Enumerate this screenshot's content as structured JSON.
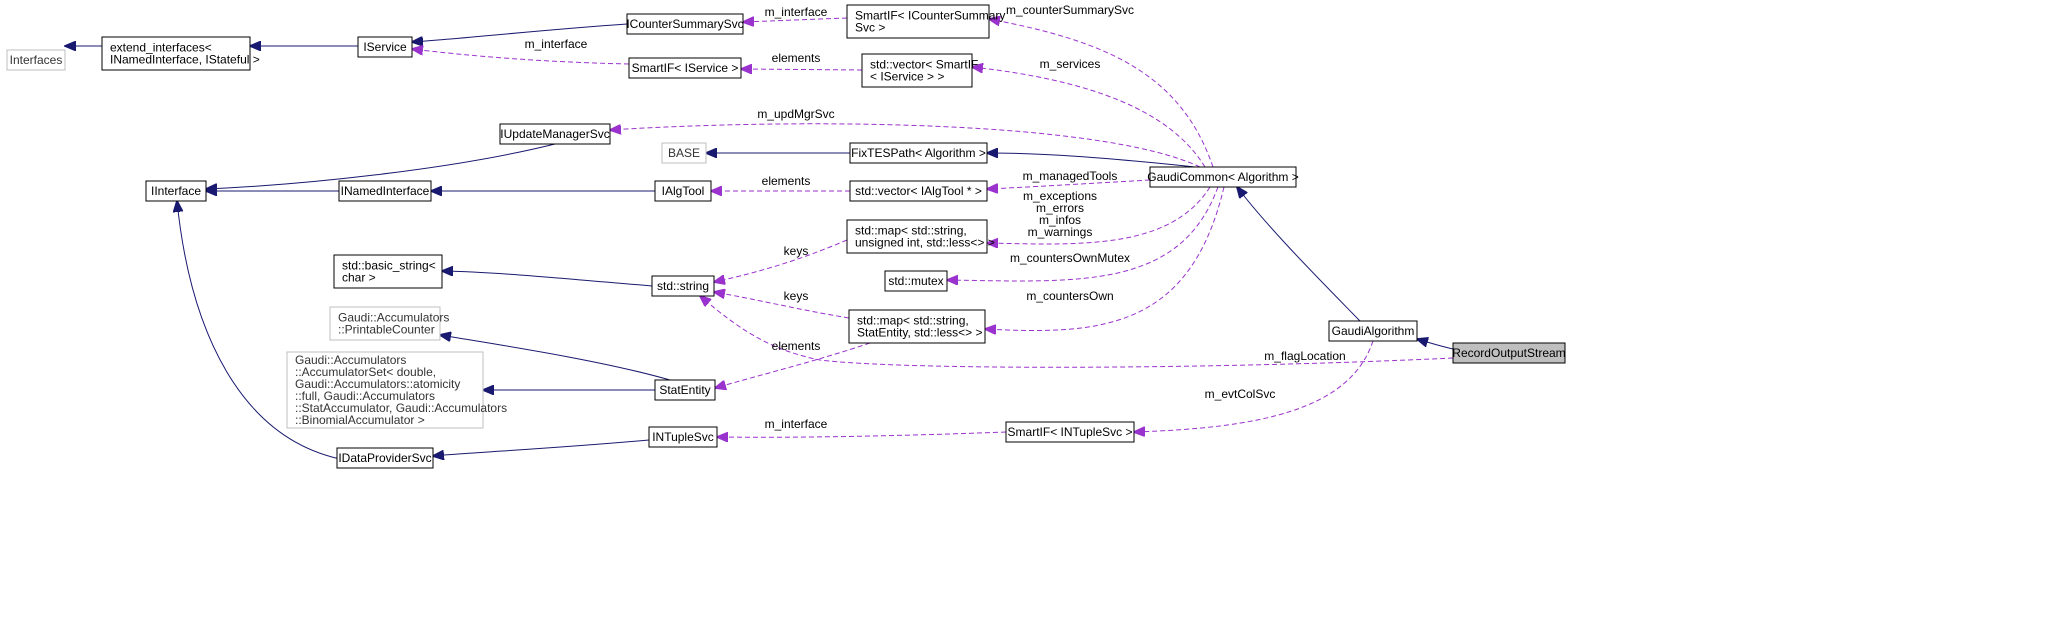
{
  "colors": {
    "node_border": "#000000",
    "node_border_external": "#bfbfbf",
    "node_fill": "#ffffff",
    "highlight_fill": "#bfbfbf",
    "inheritance_edge": "#191970",
    "usage_edge": "#9a32cd",
    "text": "#000000"
  },
  "nodes": [
    {
      "id": "interfaces",
      "lines": [
        "Interfaces"
      ],
      "style": "external"
    },
    {
      "id": "extend",
      "lines": [
        "extend_interfaces<",
        "INamedInterface, IStateful >"
      ],
      "style": "normal"
    },
    {
      "id": "iservice",
      "lines": [
        "IService"
      ],
      "style": "normal"
    },
    {
      "id": "icountersummarysvc",
      "lines": [
        "ICounterSummarySvc"
      ],
      "style": "normal"
    },
    {
      "id": "smartif-ics",
      "lines": [
        "SmartIF< ICounterSummary",
        "Svc >"
      ],
      "style": "normal"
    },
    {
      "id": "smartif-iservice",
      "lines": [
        "SmartIF< IService >"
      ],
      "style": "normal"
    },
    {
      "id": "vector-smartif",
      "lines": [
        "std::vector< SmartIF",
        "< IService > >"
      ],
      "style": "normal"
    },
    {
      "id": "iupdatemanagersvc",
      "lines": [
        "IUpdateManagerSvc"
      ],
      "style": "normal"
    },
    {
      "id": "base",
      "lines": [
        "BASE"
      ],
      "style": "external"
    },
    {
      "id": "fixtespath",
      "lines": [
        "FixTESPath< Algorithm >"
      ],
      "style": "normal"
    },
    {
      "id": "iinterface",
      "lines": [
        "IInterface"
      ],
      "style": "normal"
    },
    {
      "id": "inamedinterface",
      "lines": [
        "INamedInterface"
      ],
      "style": "normal"
    },
    {
      "id": "ialgtool",
      "lines": [
        "IAlgTool"
      ],
      "style": "normal"
    },
    {
      "id": "vector-ialgtool",
      "lines": [
        "std::vector< IAlgTool * >"
      ],
      "style": "normal"
    },
    {
      "id": "gaudicommon",
      "lines": [
        "GaudiCommon< Algorithm >"
      ],
      "style": "normal"
    },
    {
      "id": "map-uint",
      "lines": [
        "std::map< std::string,",
        "unsigned int, std::less<> >"
      ],
      "style": "normal"
    },
    {
      "id": "basic-string",
      "lines": [
        "std::basic_string<",
        "char >"
      ],
      "style": "normal"
    },
    {
      "id": "std-string",
      "lines": [
        "std::string"
      ],
      "style": "normal"
    },
    {
      "id": "std-mutex",
      "lines": [
        "std::mutex"
      ],
      "style": "normal"
    },
    {
      "id": "printablecounter",
      "lines": [
        "Gaudi::Accumulators",
        "::PrintableCounter"
      ],
      "style": "external"
    },
    {
      "id": "map-statentity",
      "lines": [
        "std::map< std::string,",
        "StatEntity, std::less<> >"
      ],
      "style": "normal"
    },
    {
      "id": "gaudialgorithm",
      "lines": [
        "GaudiAlgorithm"
      ],
      "style": "normal"
    },
    {
      "id": "recordoutputstream",
      "lines": [
        "RecordOutputStream"
      ],
      "style": "highlight"
    },
    {
      "id": "accumulatorset",
      "lines": [
        "Gaudi::Accumulators",
        "::AccumulatorSet< double,",
        " Gaudi::Accumulators::atomicity",
        "::full, Gaudi::Accumulators",
        "::StatAccumulator, Gaudi::Accumulators",
        "::BinomialAccumulator >"
      ],
      "style": "external"
    },
    {
      "id": "statentity",
      "lines": [
        "StatEntity"
      ],
      "style": "normal"
    },
    {
      "id": "intuplesvc",
      "lines": [
        "INTupleSvc"
      ],
      "style": "normal"
    },
    {
      "id": "smartif-intuplesvc",
      "lines": [
        "SmartIF< INTupleSvc >"
      ],
      "style": "normal"
    },
    {
      "id": "idataprovidersvc",
      "lines": [
        "IDataProviderSvc"
      ],
      "style": "normal"
    }
  ],
  "edges": [
    {
      "from": "extend",
      "to": "interfaces",
      "kind": "inheritance",
      "labels": []
    },
    {
      "from": "iservice",
      "to": "extend",
      "kind": "inheritance",
      "labels": []
    },
    {
      "from": "icountersummarysvc",
      "to": "iservice",
      "kind": "inheritance",
      "labels": []
    },
    {
      "from": "smartif-ics",
      "to": "icountersummarysvc",
      "kind": "usage",
      "labels": [
        "m_interface"
      ]
    },
    {
      "from": "gaudicommon",
      "to": "smartif-ics",
      "kind": "usage",
      "labels": [
        "m_counterSummarySvc"
      ]
    },
    {
      "from": "smartif-iservice",
      "to": "iservice",
      "kind": "usage",
      "labels": [
        "m_interface"
      ]
    },
    {
      "from": "vector-smartif",
      "to": "smartif-iservice",
      "kind": "usage",
      "labels": [
        "elements"
      ]
    },
    {
      "from": "gaudicommon",
      "to": "vector-smartif",
      "kind": "usage",
      "labels": [
        "m_services"
      ]
    },
    {
      "from": "iupdatemanagersvc",
      "to": "iinterface",
      "kind": "inheritance",
      "labels": []
    },
    {
      "from": "gaudicommon",
      "to": "iupdatemanagersvc",
      "kind": "usage",
      "labels": [
        "m_updMgrSvc"
      ]
    },
    {
      "from": "fixtespath",
      "to": "base",
      "kind": "inheritance",
      "labels": []
    },
    {
      "from": "gaudicommon",
      "to": "fixtespath",
      "kind": "inheritance",
      "labels": []
    },
    {
      "from": "inamedinterface",
      "to": "iinterface",
      "kind": "inheritance",
      "labels": []
    },
    {
      "from": "ialgtool",
      "to": "inamedinterface",
      "kind": "inheritance",
      "labels": []
    },
    {
      "from": "vector-ialgtool",
      "to": "ialgtool",
      "kind": "usage",
      "labels": [
        "elements"
      ]
    },
    {
      "from": "gaudicommon",
      "to": "vector-ialgtool",
      "kind": "usage",
      "labels": [
        "m_managedTools"
      ]
    },
    {
      "from": "gaudicommon",
      "to": "map-uint",
      "kind": "usage",
      "labels": [
        "m_exceptions",
        "m_errors",
        "m_infos",
        "m_warnings"
      ]
    },
    {
      "from": "map-uint",
      "to": "std-string",
      "kind": "usage",
      "labels": [
        "keys"
      ]
    },
    {
      "from": "std-string",
      "to": "basic-string",
      "kind": "inheritance",
      "labels": []
    },
    {
      "from": "gaudicommon",
      "to": "std-mutex",
      "kind": "usage",
      "labels": [
        "m_countersOwnMutex"
      ]
    },
    {
      "from": "gaudicommon",
      "to": "map-statentity",
      "kind": "usage",
      "labels": [
        "m_countersOwn"
      ]
    },
    {
      "from": "map-statentity",
      "to": "std-string",
      "kind": "usage",
      "labels": [
        "keys"
      ]
    },
    {
      "from": "map-statentity",
      "to": "statentity",
      "kind": "usage",
      "labels": [
        "elements"
      ]
    },
    {
      "from": "statentity",
      "to": "printablecounter",
      "kind": "inheritance",
      "labels": []
    },
    {
      "from": "statentity",
      "to": "accumulatorset",
      "kind": "inheritance",
      "labels": []
    },
    {
      "from": "gaudialgorithm",
      "to": "gaudicommon",
      "kind": "inheritance",
      "labels": []
    },
    {
      "from": "recordoutputstream",
      "to": "gaudialgorithm",
      "kind": "inheritance",
      "labels": []
    },
    {
      "from": "recordoutputstream",
      "to": "std-string",
      "kind": "usage",
      "labels": [
        "m_flagLocation"
      ]
    },
    {
      "from": "gaudialgorithm",
      "to": "smartif-intuplesvc",
      "kind": "usage",
      "labels": [
        "m_evtColSvc"
      ]
    },
    {
      "from": "smartif-intuplesvc",
      "to": "intuplesvc",
      "kind": "usage",
      "labels": [
        "m_interface"
      ]
    },
    {
      "from": "intuplesvc",
      "to": "idataprovidersvc",
      "kind": "inheritance",
      "labels": []
    },
    {
      "from": "idataprovidersvc",
      "to": "iinterface",
      "kind": "inheritance",
      "labels": []
    }
  ]
}
